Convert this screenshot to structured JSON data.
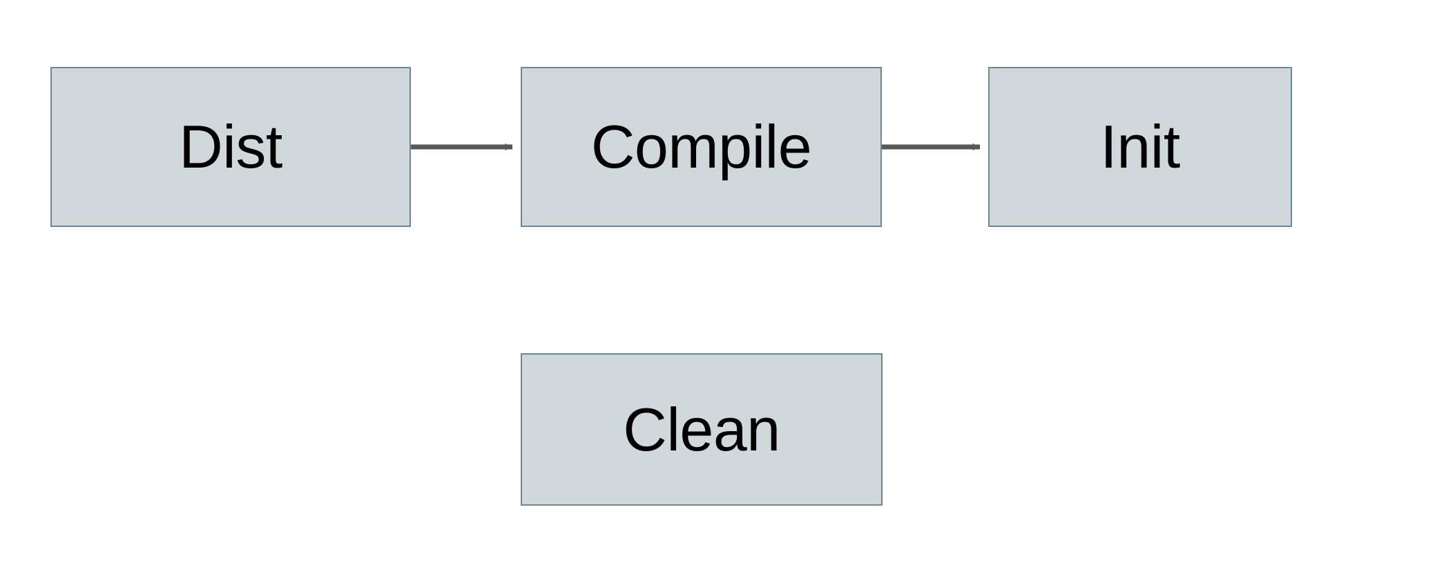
{
  "diagram": {
    "type": "flowchart",
    "background_color": "#ffffff",
    "node_fill_color": "#d0d8db",
    "node_border_color": "#6e8693",
    "edge_color": "#55595b",
    "label_color": "#000000",
    "nodes": [
      {
        "id": "dist",
        "label": "Dist"
      },
      {
        "id": "compile",
        "label": "Compile"
      },
      {
        "id": "init",
        "label": "Init"
      },
      {
        "id": "clean",
        "label": "Clean"
      }
    ],
    "edges": [
      {
        "id": "dist-to-compile",
        "from": "Dist",
        "to": "Compile",
        "label": "",
        "arrowhead": "classic"
      },
      {
        "id": "compile-to-init",
        "from": "Compile",
        "to": "Init",
        "label": "",
        "arrowhead": "classic"
      }
    ]
  }
}
